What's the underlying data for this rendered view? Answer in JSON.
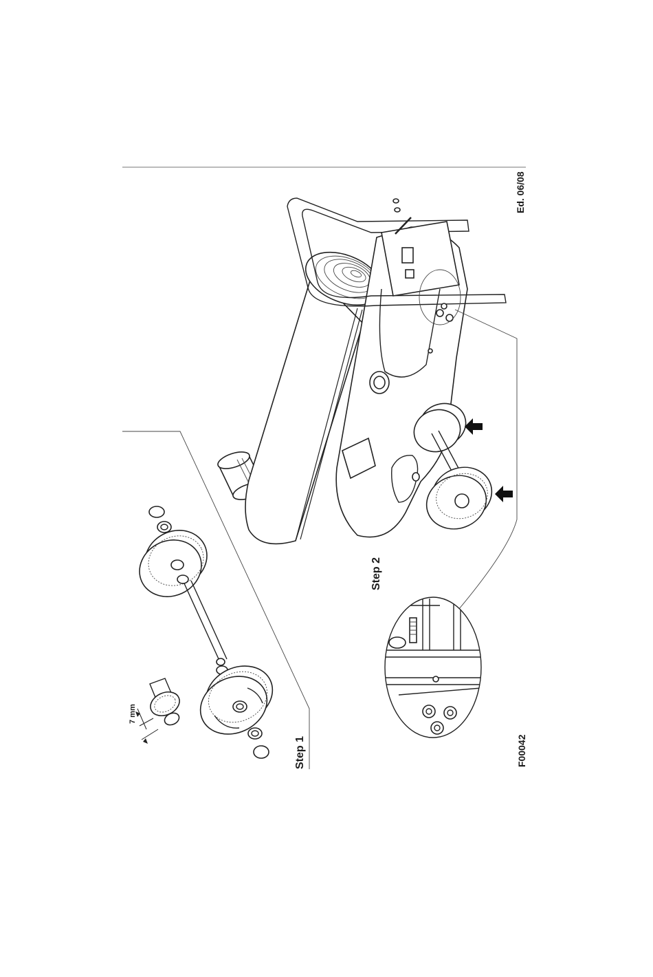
{
  "edition": "Ed. 06/08",
  "figure_code": "F00042",
  "steps": {
    "step1": "Step 1",
    "step2": "Step 2"
  },
  "dimension_label": "7 mm"
}
